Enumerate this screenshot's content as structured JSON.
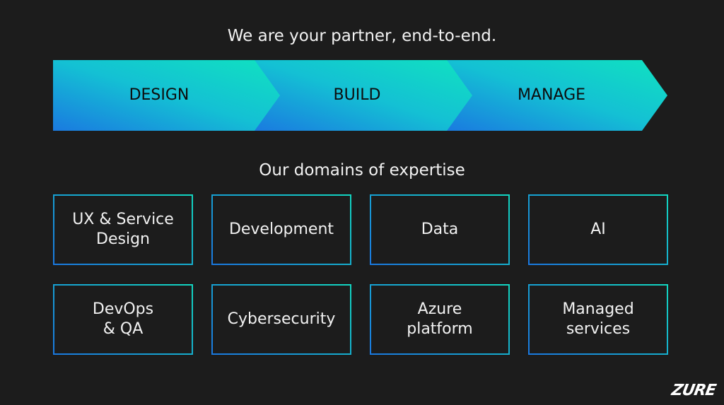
{
  "heading": "We are your partner, end-to-end.",
  "stages": [
    "DESIGN",
    "BUILD",
    "MANAGE"
  ],
  "domains_heading": "Our domains of expertise",
  "domains": [
    "UX & Service\nDesign",
    "Development",
    "Data",
    "AI",
    "DevOps\n& QA",
    "Cybersecurity",
    "Azure\nplatform",
    "Managed\nservices"
  ],
  "logo": "ZURE",
  "colors": {
    "background": "#1c1c1c",
    "gradient_start": "#1a78e0",
    "gradient_end": "#12e0c0"
  }
}
